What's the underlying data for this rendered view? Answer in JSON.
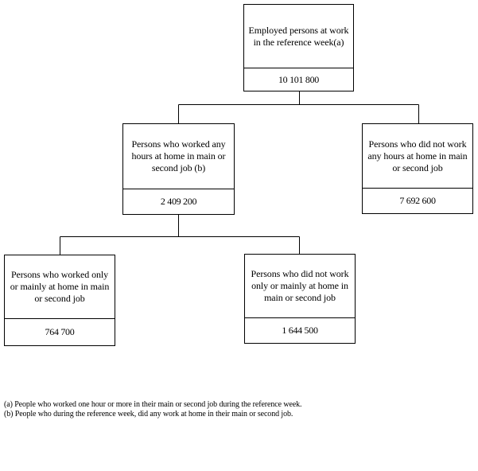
{
  "nodes": {
    "employed": {
      "label": "Employed persons at work in the reference week(a)",
      "value": "10 101 800"
    },
    "worked_any_home": {
      "label": "Persons who worked any hours at home in main or second job (b)",
      "value": "2 409 200"
    },
    "did_not_work_home": {
      "label": "Persons who did not work any hours at home in main or second job",
      "value": "7 692 600"
    },
    "worked_only_mainly_home": {
      "label": "Persons who worked only or mainly at home in main or second job",
      "value": "764 700"
    },
    "did_not_work_only_mainly_home": {
      "label": "Persons who did not work only or mainly at home in main or second job",
      "value": "1 644 500"
    }
  },
  "footnotes": {
    "a": "(a) People who worked one hour or more in their main or second job during the reference week.",
    "b": "(b) People who during the reference week, did any work at home in their main or second job."
  }
}
